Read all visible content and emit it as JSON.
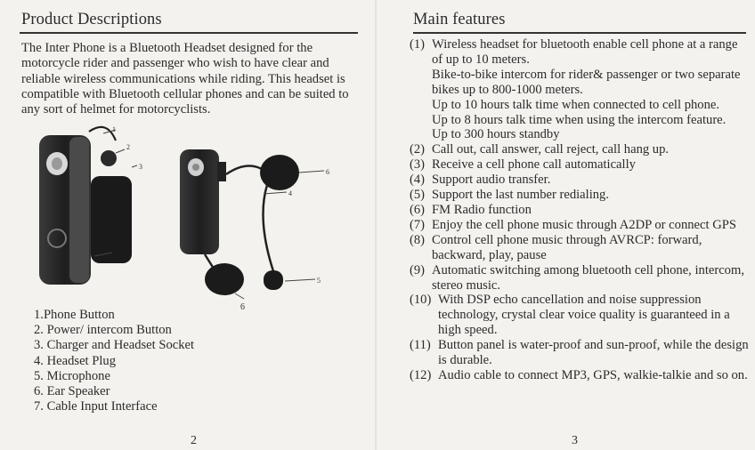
{
  "left_page": {
    "heading": "Product Descriptions",
    "description": "The Inter Phone is a Bluetooth Headset designed for the motorcycle rider and passenger who wish to have clear and reliable wireless communications while riding. This headset is compatible with Bluetooth cellular phones and can be suited to any sort of helmet for motorcyclists.",
    "callouts": [
      "1",
      "2",
      "3",
      "4",
      "5",
      "6",
      "6"
    ],
    "parts": [
      "1.Phone Button",
      "2. Power/ intercom Button",
      "3. Charger and Headset Socket",
      "4. Headset Plug",
      "5. Microphone",
      "6. Ear Speaker",
      "7. Cable Input Interface"
    ],
    "page_number": "2"
  },
  "right_page": {
    "heading": "Main features",
    "features": [
      {
        "num": "(1)",
        "lines": [
          "Wireless headset for bluetooth enable cell phone at a range of up to 10 meters.",
          "Bike-to-bike intercom for rider& passenger or two separate bikes up to 800-1000 meters.",
          "Up to 10 hours talk time when connected to cell phone.",
          "Up to 8 hours talk time when using the intercom feature.",
          "Up to 300 hours standby"
        ]
      },
      {
        "num": "(2)",
        "lines": [
          "Call out, call answer, call reject, call hang up."
        ]
      },
      {
        "num": "(3)",
        "lines": [
          "Receive a cell phone call automatically"
        ]
      },
      {
        "num": "(4)",
        "lines": [
          "Support audio transfer."
        ]
      },
      {
        "num": "(5)",
        "lines": [
          "Support the last number redialing."
        ]
      },
      {
        "num": "(6)",
        "lines": [
          "FM Radio function"
        ]
      },
      {
        "num": "(7)",
        "lines": [
          "Enjoy the cell phone music through A2DP or connect GPS"
        ]
      },
      {
        "num": "(8)",
        "lines": [
          "Control cell phone music through AVRCP: forward, backward, play, pause"
        ]
      },
      {
        "num": "(9)",
        "lines": [
          "Automatic switching among bluetooth cell phone, intercom, stereo music."
        ]
      },
      {
        "num": "(10)",
        "lines": [
          "With DSP echo cancellation and noise suppression technology, crystal clear voice quality is guaranteed in a high speed."
        ]
      },
      {
        "num": "(11)",
        "lines": [
          "Button panel is water-proof and sun-proof, while the design is durable."
        ]
      },
      {
        "num": "(12)",
        "lines": [
          "Audio cable to connect MP3, GPS, walkie-talkie and so on."
        ]
      }
    ],
    "page_number": "3"
  }
}
